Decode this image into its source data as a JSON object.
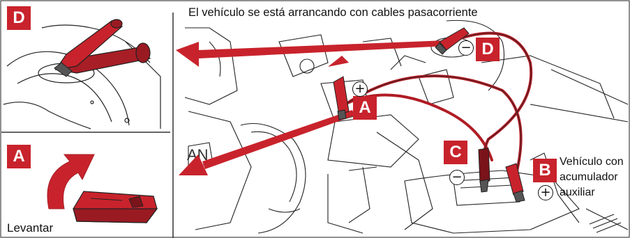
{
  "caption": "El vehículo se está arrancando con cables pasacorriente",
  "badges": {
    "d_inset": "D",
    "a_inset": "A",
    "a_main": "A",
    "c_main": "C",
    "d_main": "D",
    "b_main": "B"
  },
  "labels": {
    "levantar": "Levantar",
    "helper_line1": "Vehículo con",
    "helper_line2": "acumulador",
    "helper_line3": "auxiliar"
  },
  "signs": {
    "plus": "+",
    "minus": "−"
  },
  "colors": {
    "accent_red": "#c8232c",
    "cable_red": "#b01c24",
    "line": "#111111",
    "divider": "#333333"
  }
}
